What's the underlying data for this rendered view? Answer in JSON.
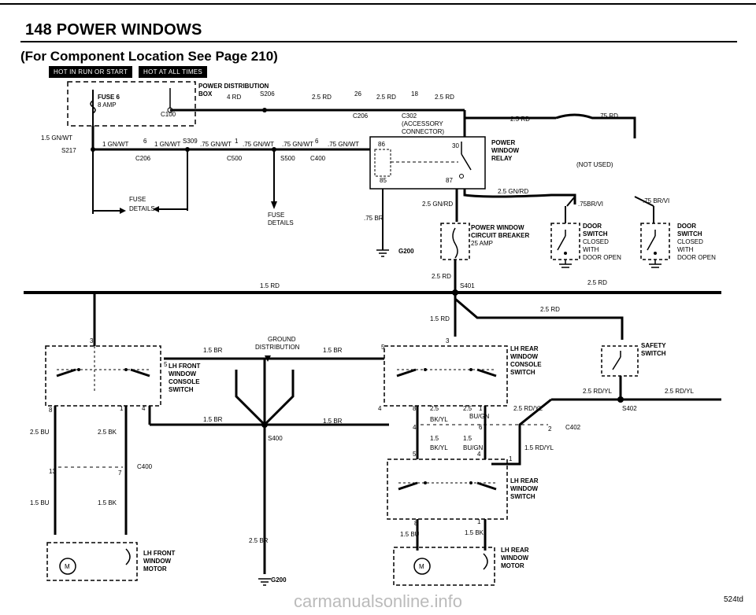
{
  "page": {
    "title": "148  POWER WINDOWS",
    "subtitle": "(For Component Location See Page 210)",
    "badge_run": "HOT IN RUN OR START",
    "badge_all": "HOT AT ALL TIMES",
    "figure_code": "524td",
    "watermark": "carmanualsonline.info"
  },
  "labels": {
    "power_dist": "POWER DISTRIBUTION",
    "box": "BOX",
    "fuse": "FUSE 6",
    "amp": "8 AMP",
    "c100": "C100",
    "w4rd": "4 RD",
    "s206": "S206",
    "w25rd": "2.5 RD",
    "n26": "26",
    "c206": "C206",
    "n18": "18",
    "c302": "C302",
    "acc1": "(ACCESSORY",
    "acc2": "CONNECTOR)",
    "w15gnwt": "1.5 GN/WT",
    "s217": "S217",
    "w1gnwt": "1 GN/WT",
    "n6": "6",
    "s309": "S309",
    "w75gnwt": ".75 GN/WT",
    "n1": "1",
    "c500": "C500",
    "s500": "S500",
    "c400": "C400",
    "fuse_details1": "FUSE",
    "fuse_details2": "DETAILS",
    "relay1": "POWER",
    "relay2": "WINDOW",
    "relay3": "RELAY",
    "n30": "30",
    "n86": "86",
    "n85": "85",
    "n87": "87",
    "w75rd": ".75 RD",
    "not_used": "(NOT USED)",
    "w25gnrd": "2.5 GN/RD",
    "w75brvi": ".75BR/VI",
    "w75brvi2": ".75 BR/VI",
    "w75br": ".75 BR",
    "cb1": "POWER WINDOW",
    "cb2": "CIRCUIT BREAKER",
    "cb3": "25 AMP",
    "g200": "G200",
    "ds1": "DOOR",
    "ds2": "SWITCH",
    "ds3": "CLOSED",
    "ds4": "WITH",
    "ds5": "DOOR OPEN",
    "w15rd": "1.5 RD",
    "s401": "S401",
    "ground1": "GROUND",
    "ground2": "DISTRIBUTION",
    "w15br": "1.5 BR",
    "n3": "3",
    "n5": "5",
    "lhfc1": "LH FRONT",
    "lhfc2": "WINDOW",
    "lhfc3": "CONSOLE",
    "lhfc4": "SWITCH",
    "lhrc1": "LH REAR",
    "lhrc2": "WINDOW",
    "lhrc3": "CONSOLE",
    "lhrc4": "SWITCH",
    "safety1": "SAFETY",
    "safety2": "SWITCH",
    "w25rdyl": "2.5 RD/YL",
    "s402": "S402",
    "n8": "8",
    "n4": "4",
    "n2": "2",
    "n7": "7",
    "n13": "13",
    "w25bu": "2.5 BU",
    "w25bk": "2.5 BK",
    "w15bu": "1.5 BU",
    "w15bk": "1.5 BK",
    "s400": "S400",
    "w25": "2.5",
    "w15": "1.5",
    "bkyl": "BK/YL",
    "bugn": "BU/GN",
    "c402": "C402",
    "w15rdyl": "1.5 RD/YL",
    "lhrs1": "LH REAR",
    "lhrs2": "WINDOW",
    "lhrs3": "SWITCH",
    "w25br": "2.5 BR",
    "lhfm1": "LH FRONT",
    "lhfm2": "WINDOW",
    "lhfm3": "MOTOR",
    "lhrm1": "LH REAR",
    "lhrm2": "WINDOW",
    "lhrm3": "MOTOR",
    "m": "M"
  }
}
